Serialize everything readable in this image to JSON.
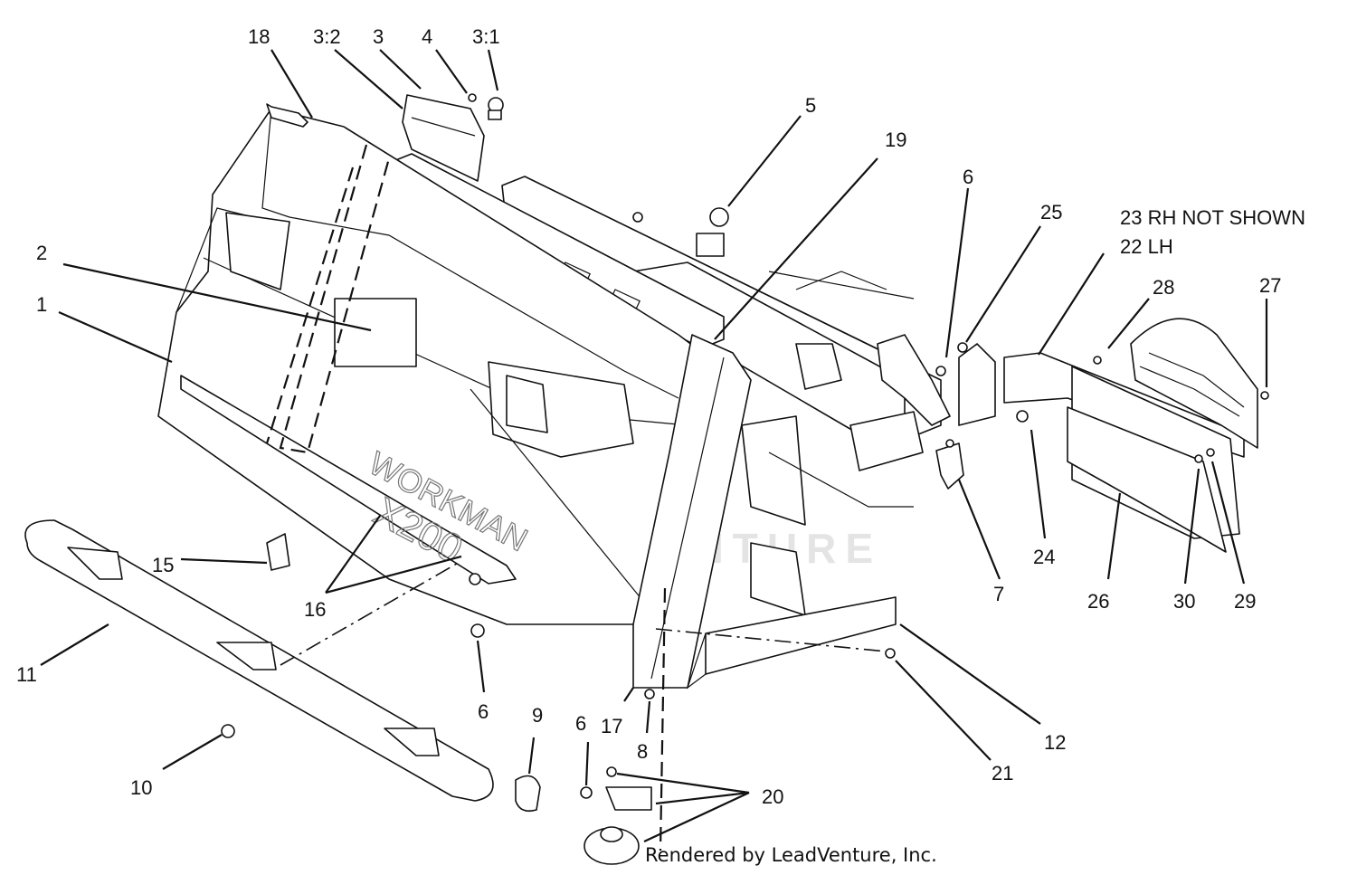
{
  "diagram": {
    "callouts": [
      {
        "id": "c18",
        "text": "18"
      },
      {
        "id": "c3_2",
        "text": "3:2"
      },
      {
        "id": "c3",
        "text": "3"
      },
      {
        "id": "c4",
        "text": "4"
      },
      {
        "id": "c3_1",
        "text": "3:1"
      },
      {
        "id": "c5",
        "text": "5"
      },
      {
        "id": "c19",
        "text": "19"
      },
      {
        "id": "c6a",
        "text": "6"
      },
      {
        "id": "c25",
        "text": "25"
      },
      {
        "id": "c2",
        "text": "2"
      },
      {
        "id": "c1",
        "text": "1"
      },
      {
        "id": "c28",
        "text": "28"
      },
      {
        "id": "c27",
        "text": "27"
      },
      {
        "id": "c15",
        "text": "15"
      },
      {
        "id": "c16",
        "text": "16"
      },
      {
        "id": "c24",
        "text": "24"
      },
      {
        "id": "c26",
        "text": "26"
      },
      {
        "id": "c30",
        "text": "30"
      },
      {
        "id": "c29",
        "text": "29"
      },
      {
        "id": "c7",
        "text": "7"
      },
      {
        "id": "c11",
        "text": "11"
      },
      {
        "id": "c6b",
        "text": "6"
      },
      {
        "id": "c9",
        "text": "9"
      },
      {
        "id": "c6c",
        "text": "6"
      },
      {
        "id": "c17",
        "text": "17"
      },
      {
        "id": "c8",
        "text": "8"
      },
      {
        "id": "c12",
        "text": "12"
      },
      {
        "id": "c21",
        "text": "21"
      },
      {
        "id": "c10",
        "text": "10"
      },
      {
        "id": "c20",
        "text": "20"
      }
    ],
    "notes": [
      {
        "id": "n23",
        "text": "23  RH NOT SHOWN"
      },
      {
        "id": "n22",
        "text": "22  LH"
      }
    ],
    "decal_text": {
      "line1": "WORKMAN",
      "line2": "X200"
    },
    "watermark": "LEADVENTURE",
    "credit": "Rendered by LeadVenture, Inc."
  }
}
